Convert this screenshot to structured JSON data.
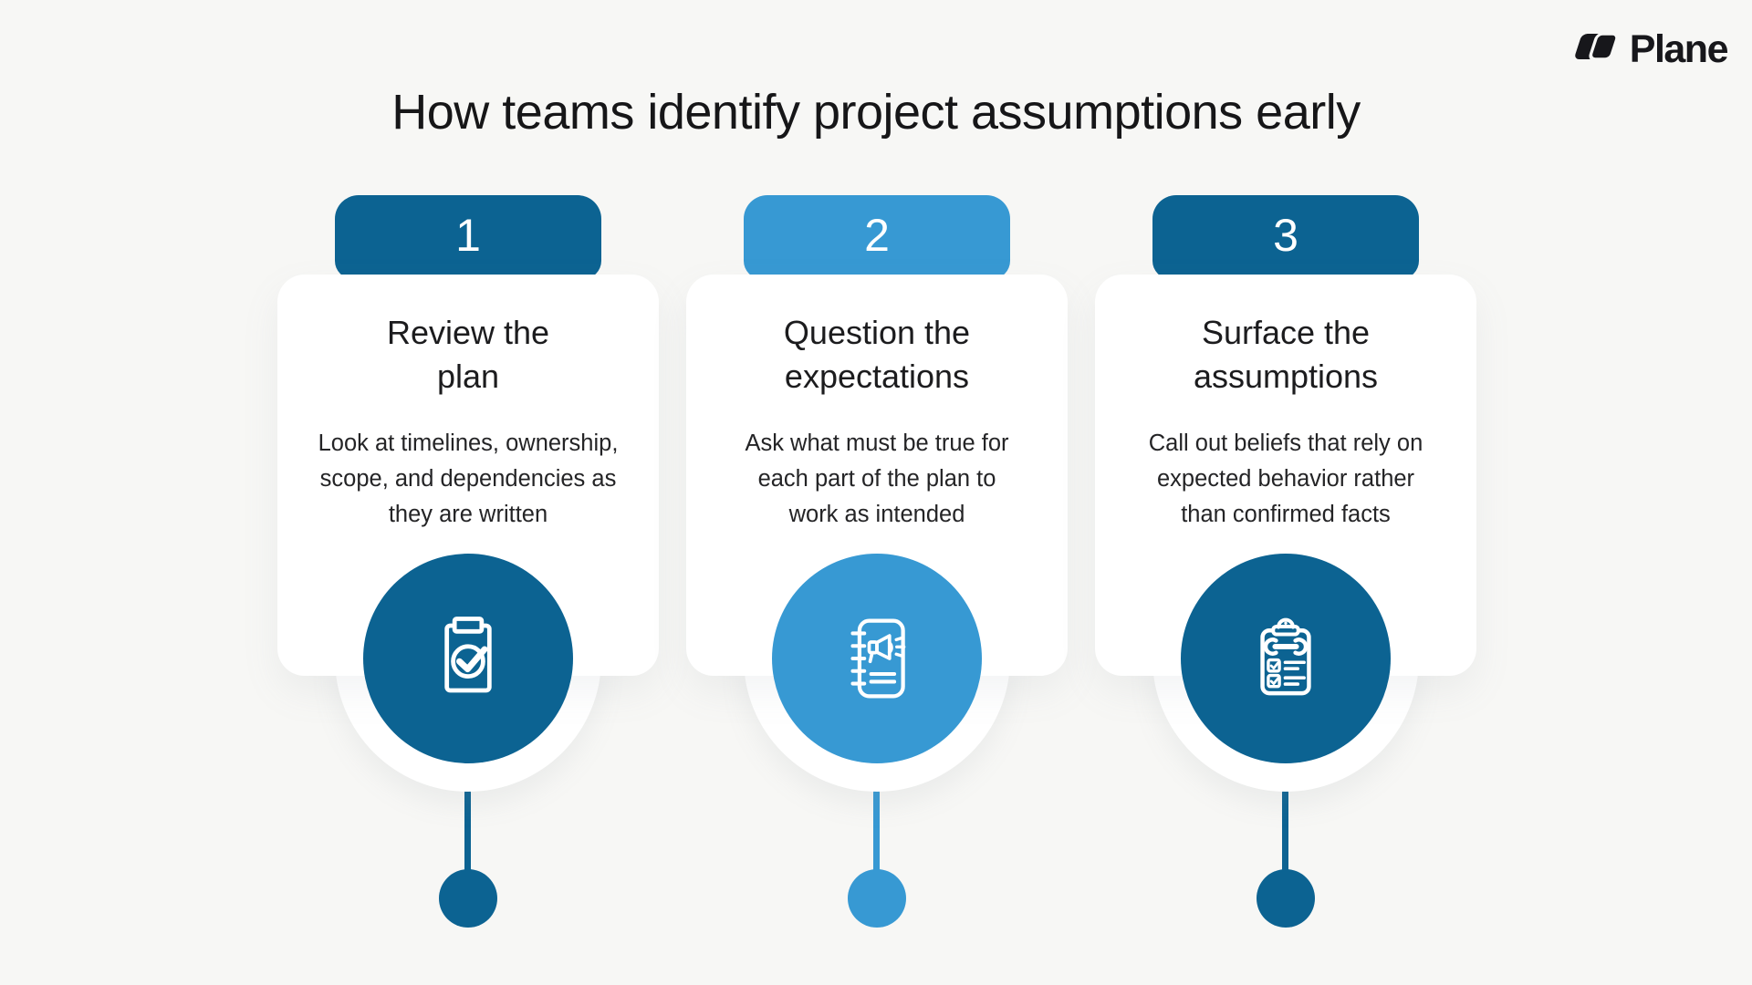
{
  "page": {
    "title": "How teams identify project assumptions early",
    "background_color": "#f7f7f5",
    "text_color": "#1c1c1e"
  },
  "logo": {
    "text": "Plane",
    "mark": "plane-logo-mark",
    "color": "#17171b"
  },
  "steps": [
    {
      "number": "1",
      "accent": "#0c6392",
      "title_lines": [
        "Review the",
        "plan"
      ],
      "description_lines": [
        "Look at timelines, ownership,",
        "scope, and dependencies as",
        "they are written"
      ],
      "icon": "clipboard-check-icon"
    },
    {
      "number": "2",
      "accent": "#3799d3",
      "title_lines": [
        "Question the",
        "expectations"
      ],
      "description_lines": [
        "Ask what must be true for",
        "each part of the plan to",
        "work as intended"
      ],
      "icon": "notebook-megaphone-icon"
    },
    {
      "number": "3",
      "accent": "#0c6392",
      "title_lines": [
        "Surface the",
        "assumptions"
      ],
      "description_lines": [
        "Call out beliefs that rely on",
        "expected behavior rather",
        "than confirmed facts"
      ],
      "icon": "clipboard-wrench-checklist-icon"
    }
  ]
}
